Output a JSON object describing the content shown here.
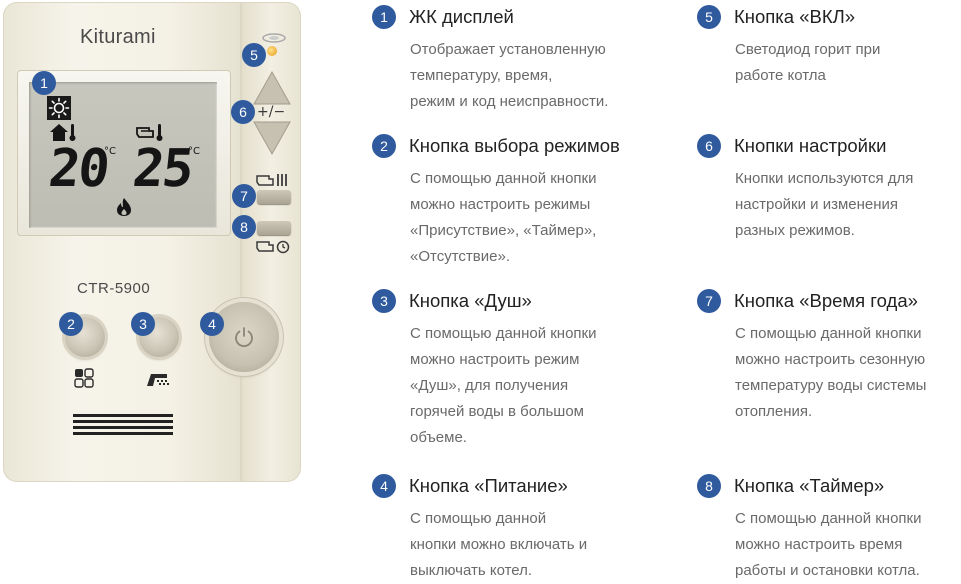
{
  "device": {
    "brand": "Kiturami",
    "model": "CTR-5900",
    "display": {
      "temp_left": "20",
      "temp_right": "25",
      "unit": "°C"
    },
    "callouts": [
      "1",
      "2",
      "3",
      "4",
      "5",
      "6",
      "7",
      "8"
    ],
    "arrow_label": "+/−"
  },
  "legend": {
    "items": [
      {
        "num": "1",
        "title": "ЖК дисплей",
        "desc": [
          "Отображает установленную",
          "температуру, время,",
          "режим и код неисправности."
        ]
      },
      {
        "num": "2",
        "title": "Кнопка выбора режимов",
        "desc": [
          "С помощью данной кнопки",
          "можно настроить режимы",
          "«Присутствие», «Таймер»,",
          "«Отсутствие»."
        ]
      },
      {
        "num": "3",
        "title": "Кнопка «Душ»",
        "desc": [
          "С помощью данной кнопки",
          "можно настроить режим",
          "«Душ», для получения",
          "горячей воды в большом",
          "объеме."
        ]
      },
      {
        "num": "4",
        "title": "Кнопка «Питание»",
        "desc": [
          "С помощью данной",
          "кнопки можно включать и",
          "выключать котел."
        ]
      },
      {
        "num": "5",
        "title": "Кнопка «ВКЛ»",
        "desc": [
          "Светодиод горит при",
          "работе котла"
        ]
      },
      {
        "num": "6",
        "title": "Кнопки настройки",
        "desc": [
          "Кнопки используются для",
          "настройки и изменения",
          "разных режимов."
        ]
      },
      {
        "num": "7",
        "title": "Кнопка «Время года»",
        "desc": [
          "С помощью данной кнопки",
          "можно настроить сезонную",
          "температуру воды системы",
          "отопления."
        ]
      },
      {
        "num": "8",
        "title": "Кнопка «Таймер»",
        "desc": [
          "С помощью данной кнопки",
          "можно настроить время",
          "работы и остановки котла."
        ]
      }
    ]
  },
  "colors": {
    "accent": "#2f5a9e",
    "led": "#f0a321",
    "lcd": "#c3c3b9"
  },
  "icons": [
    "sun-icon",
    "home-thermometer-icon",
    "hand-thermometer-icon",
    "flame-icon",
    "mode-squares-icon",
    "shower-icon",
    "power-icon",
    "arrow-up-icon",
    "arrow-down-icon",
    "season-heating-icon",
    "timer-clock-icon"
  ]
}
